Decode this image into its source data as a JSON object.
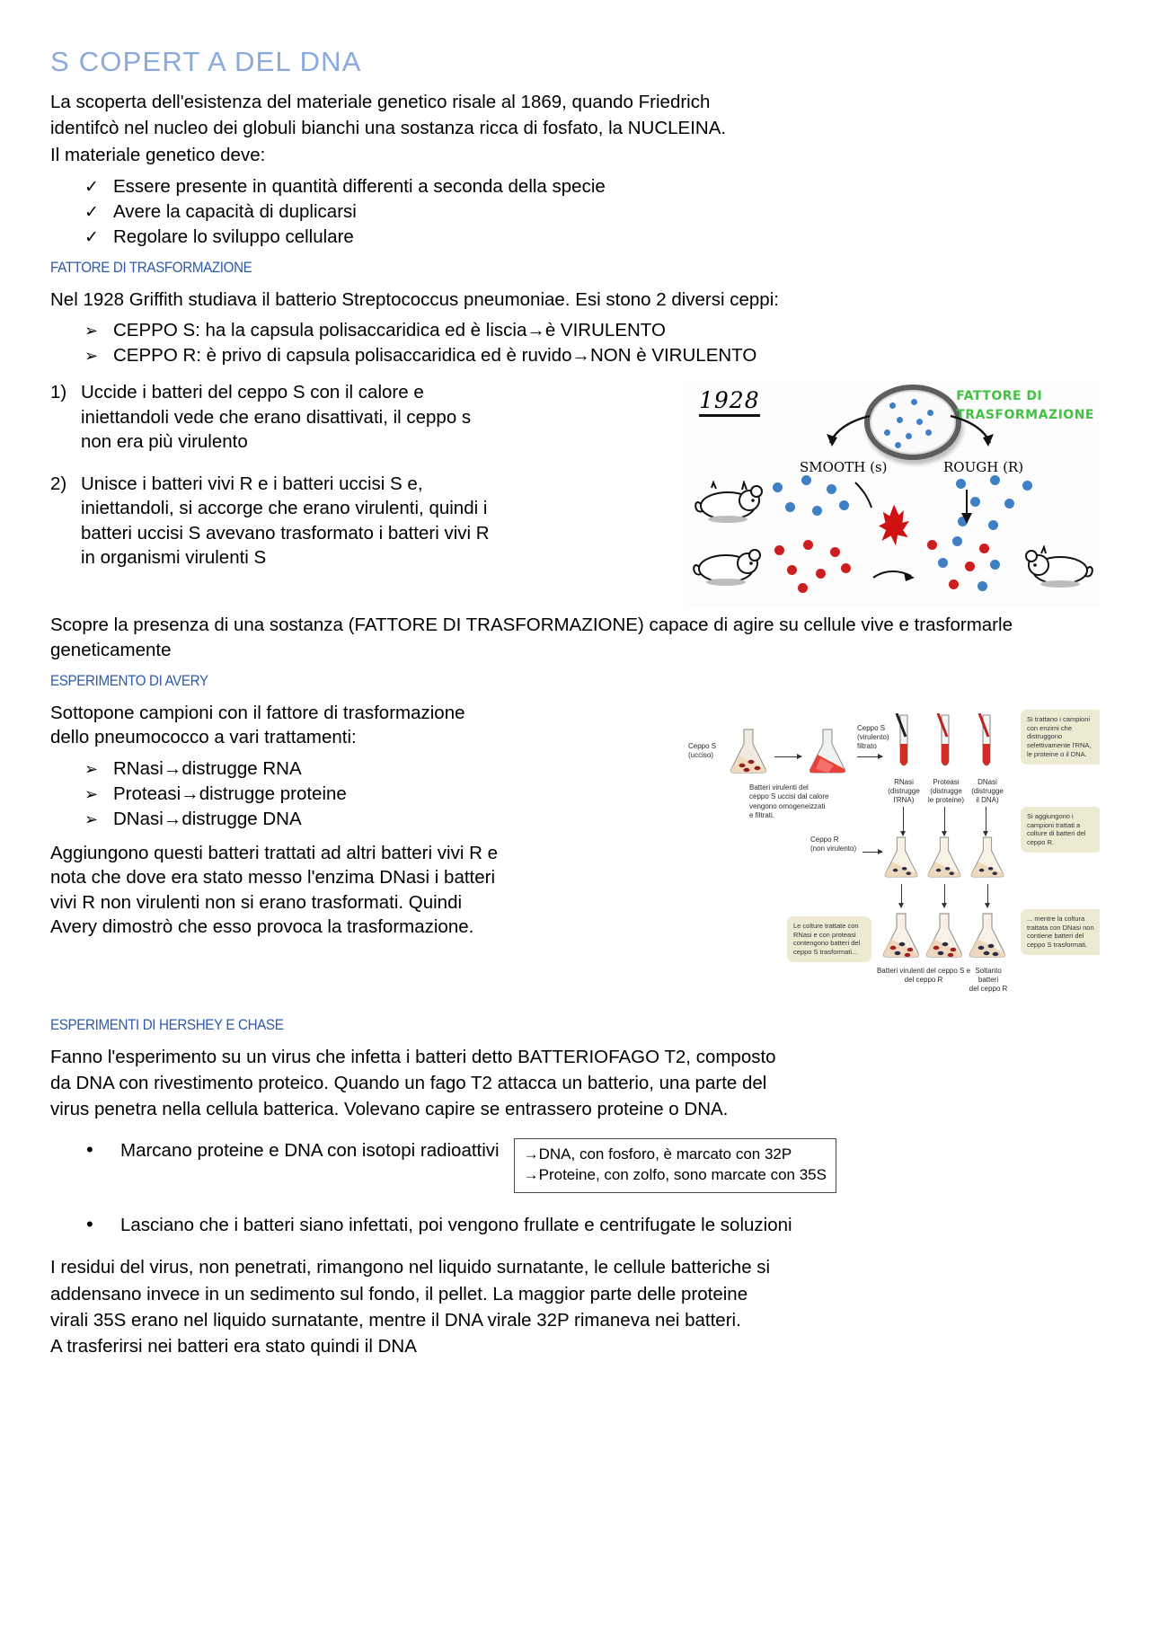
{
  "document": {
    "title": "S COPERT A  DEL DNA",
    "intro_lines": [
      "La scoperta dell'esistenza del materiale genetico risale al 1869, quando Friedrich",
      "identifcò nel nucleo dei globuli bianchi una sostanza ricca di fosfato, la NUCLEINA.",
      "Il materiale genetico deve:"
    ],
    "requirements": [
      {
        "glyph": "✓",
        "text": "Essere presente in quantità differenti a seconda della specie"
      },
      {
        "glyph": "✓",
        "text": "Avere la capacità di duplicarsi"
      },
      {
        "glyph": "✓",
        "text": "Regolare lo sviluppo cellulare"
      }
    ],
    "section1": {
      "heading": "FATTORE DI TRASFORMAZIONE",
      "intro": "Nel 1928 Griffith studiava il batterio Streptococcus pneumoniae. Esi stono 2 diversi ceppi:",
      "strains": [
        {
          "glyph": "➢",
          "text": "CEPPO S: ha la capsula polisaccaridica ed è liscia→è VIRULENTO"
        },
        {
          "glyph": "➢",
          "text": "CEPPO R: è privo di capsula polisaccaridica ed è ruvido→NON è VIRULENTO"
        }
      ],
      "steps": [
        "Uccide i batteri del ceppo S con il calore e iniettandoli vede che erano disattivati, il ceppo s non era più virulento",
        "Unisce i batteri vivi R e i batteri uccisi S e, iniettandoli, si accorge che erano virulenti, quindi i batteri uccisi S avevano trasformato i batteri vivi R in organismi virulenti S"
      ],
      "conclusion": "Scopre la presenza di una sostanza (FATTORE DI TRASFORMAZIONE) capace di agire su cellule vive e trasformarle geneticamente"
    },
    "figure_griffith": {
      "year": "1928",
      "green_label_line1": "FATTORE  DI",
      "green_label_line2": "TRASFORMAZIONE",
      "caption_smooth": "SMOOTH (s)",
      "caption_rough": "ROUGH (R)",
      "colors": {
        "blue_dot": "#3f7fc4",
        "red_dot": "#cc1e1e",
        "green_text": "#44c044"
      }
    },
    "section2": {
      "heading": "ESPERIMENTO DI AVERY",
      "intro": "Sottopone campioni con il fattore di trasformazione dello pneumococco a vari trattamenti:",
      "treatments": [
        {
          "glyph": "➢",
          "text": "RNasi→distrugge RNA"
        },
        {
          "glyph": "➢",
          "text": "Proteasi→distrugge proteine"
        },
        {
          "glyph": "➢",
          "text": "DNasi→distrugge DNA"
        }
      ],
      "conclusion": "Aggiungono questi batteri trattati ad altri batteri vivi R e nota che dove era stato messo l'enzima DNasi i batteri vivi R non virulenti non si erano trasformati. Quindi Avery dimostrò che esso provoca la trasformazione."
    },
    "figure_avery": {
      "labels": {
        "ceppo_s_ucciso": "Ceppo S\n(ucciso)",
        "ceppo_s_virulento_filtrato": "Ceppo S\n(virulento)\nfiltrato",
        "batteri_virulenti_note": "Batteri virulenti del\nceppo S uccisi dal calore\nvengono omogeneizzati\ne filtrati.",
        "rnasi": "RNasi\n(distrugge\nl'RNA)",
        "proteasi": "Proteasi\n(distrugge\nle proteine)",
        "dnasi": "DNasi\n(distrugge\nil DNA)",
        "ceppo_r": "Ceppo R\n(non virulento)",
        "callout_top": "Si trattano i\ncampioni con enzimi\nche distruggono\nselettivamente l'RNA,\nle proteine o il DNA.",
        "callout_mid": "Si aggiungono\ni campioni trattati\na colture di batteri\ndel ceppo R.",
        "callout_bottom": "... mentre la coltura\ntrattata con DNasi non\ncontiene batteri del\nceppo S trasformati.",
        "callout_left": "Le colture trattate\ncon RNasi e con\nproteasi contengono\nbatteri del ceppo S\ntrasformati...",
        "result_center": "Batteri virulenti del ceppo S\ne del ceppo R",
        "result_right": "Soltanto\nbatteri\ndel ceppo R"
      }
    },
    "section3": {
      "heading": "ESPERIMENTI DI HERSHEY E CHASE",
      "intro_lines": [
        "Fanno l'esperimento su un virus che infetta i batteri detto BATTERIOFAGO T2, composto",
        "da DNA con rivestimento proteico. Quando un fago T2 attacca un batterio, una parte del",
        "virus penetra nella cellula batterica. Volevano capire se entrassero proteine o DNA."
      ],
      "bullets": [
        {
          "glyph": "•",
          "text": "Marcano proteine e DNA con isotopi radioattivi"
        },
        {
          "glyph": "•",
          "text": "Lasciano che i batteri siano infettati, poi vengono frullate e centrifugate le soluzioni"
        }
      ],
      "isotope_box": [
        "→DNA, con fosforo, è marcato con 32P",
        "→Proteine, con zolfo, sono marcate con 35S"
      ],
      "closing_lines": [
        "I residui del virus, non penetrati, rimangono nel liquido surnatante, le cellule batteriche si",
        "addensano invece in un sedimento sul fondo, il pellet. La maggior parte delle proteine",
        "virali 35S erano nel liquido surnatante, mentre il DNA virale 32P rimaneva nei batteri.",
        "A trasferirsi nei batteri era stato quindi il DNA"
      ]
    },
    "theme": {
      "title_color": "#8aa9dd",
      "heading_color": "#2f5aa8",
      "text_color": "#000000"
    }
  }
}
